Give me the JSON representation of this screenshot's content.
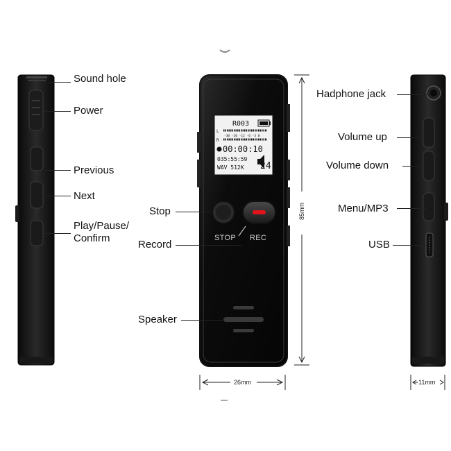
{
  "labels": {
    "sound_hole": "Sound hole",
    "power": "Power",
    "previous": "Previous",
    "next": "Next",
    "play_pause_line1": "Play/Pause/",
    "play_pause_line2": "Confirm",
    "stop": "Stop",
    "record": "Record",
    "speaker": "Speaker",
    "headphone_jack": "Hadphone jack",
    "volume_up": "Volume up",
    "volume_down": "Volume down",
    "menu_mp3": "Menu/MP3",
    "usb": "USB"
  },
  "device": {
    "stop_label": "STOP",
    "rec_label": "REC",
    "screen": {
      "track": "R003",
      "channel_left": "L",
      "channel_right": "R",
      "scale": "-30 -20 -12 -6 -3 0",
      "timer": "00:00:10",
      "remaining": "035:55:59",
      "format": "WAV 512K",
      "volume": "24"
    }
  },
  "dimensions": {
    "height": "85mm",
    "width": "26mm",
    "depth": "11mm"
  }
}
